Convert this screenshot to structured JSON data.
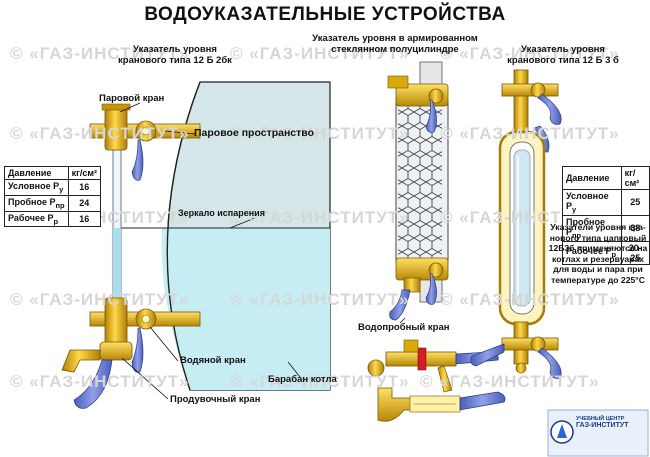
{
  "title": "ВОДОУКАЗАТЕЛЬНЫЕ УСТРОЙСТВА",
  "watermark": "© «ГАЗ-ИНСТИТУТ»",
  "captions": {
    "left": "Указатель уровня\nкранового типа 12 Б 2бк",
    "middle": "Указатель уровня в армированном\nстеклянном полуцилиндре",
    "right": "Указатель уровня\nкранового типа 12 Б 3 б"
  },
  "labels": {
    "steam_valve": "Паровой кран",
    "steam_space": "Паровое пространство",
    "evaporation_mirror": "Зеркало испарения",
    "water_valve": "Водяной кран",
    "blowdown_valve": "Продувочный кран",
    "boiler_drum": "Барабан котла",
    "water_test_valve": "Водопробный кран"
  },
  "spec_left": {
    "header": [
      "Давление",
      "кг/см²"
    ],
    "rows": [
      {
        "name": "Условное P",
        "sub": "у",
        "value": "16"
      },
      {
        "name": "Пробное P",
        "sub": "пр",
        "value": "24"
      },
      {
        "name": "Рабочее P",
        "sub": "р",
        "value": "16"
      }
    ]
  },
  "spec_right": {
    "header": [
      "Давление",
      "кг/см²"
    ],
    "rows": [
      {
        "name": "Условное P",
        "sub": "у",
        "value": "25"
      },
      {
        "name": "Пробное P",
        "sub": "пр",
        "value": "38"
      },
      {
        "name": "Рабочее P",
        "sub": "р",
        "value": "20-25"
      }
    ]
  },
  "note": "Указатели уровня кра-\nнового типа цапковый\n12Б3б применяются на\nкотлах и резервуарах\nдля воды и пара при\nтемпературе до 225°С",
  "logo": {
    "line1": "УЧЕБНЫЙ ЦЕНТР",
    "line2": "ГАЗ-ИНСТИТУТ"
  },
  "colors": {
    "brass": "#e8b416",
    "brass_dark": "#a87a06",
    "handle": "#6b7fd0",
    "drum": "#cfe3e6",
    "water": "#c8eef4",
    "red": "#d22020"
  }
}
